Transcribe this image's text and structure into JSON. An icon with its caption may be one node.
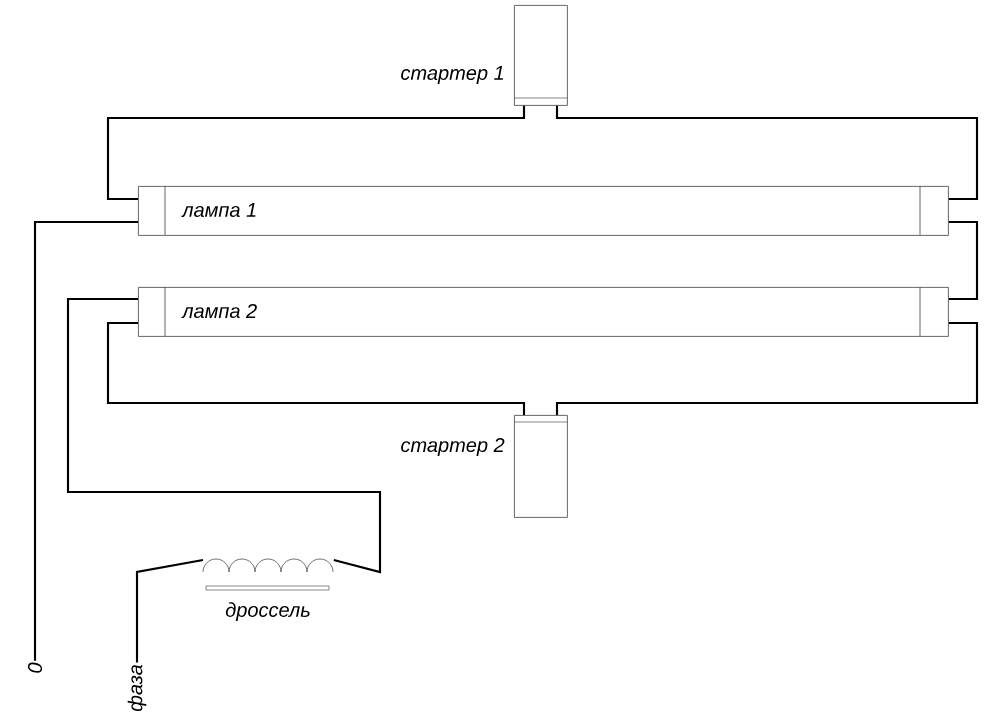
{
  "diagram": {
    "nodes": [
      {
        "text": [
          "стартер 1"
        ]
      },
      {
        "text": [
          "лампа 1"
        ]
      },
      {
        "text": [
          "лампа 2"
        ]
      },
      {
        "text": [
          "стартер 2"
        ]
      },
      {
        "text": [
          "дроссель"
        ]
      },
      {
        "text": [
          "0"
        ]
      },
      {
        "text": [
          "фаза"
        ]
      }
    ],
    "edges": [
      {
        "from": 0,
        "to": 1,
        "arrow": "none"
      },
      {
        "from": 0,
        "to": 1,
        "arrow": "none"
      },
      {
        "from": 1,
        "to": 2,
        "arrow": "none"
      },
      {
        "from": 2,
        "to": 3,
        "arrow": "none"
      },
      {
        "from": 2,
        "to": 3,
        "arrow": "none"
      },
      {
        "from": 5,
        "to": 1,
        "arrow": "none"
      },
      {
        "from": 2,
        "to": 4,
        "arrow": "none"
      },
      {
        "from": 6,
        "to": 4,
        "arrow": "none"
      }
    ]
  }
}
